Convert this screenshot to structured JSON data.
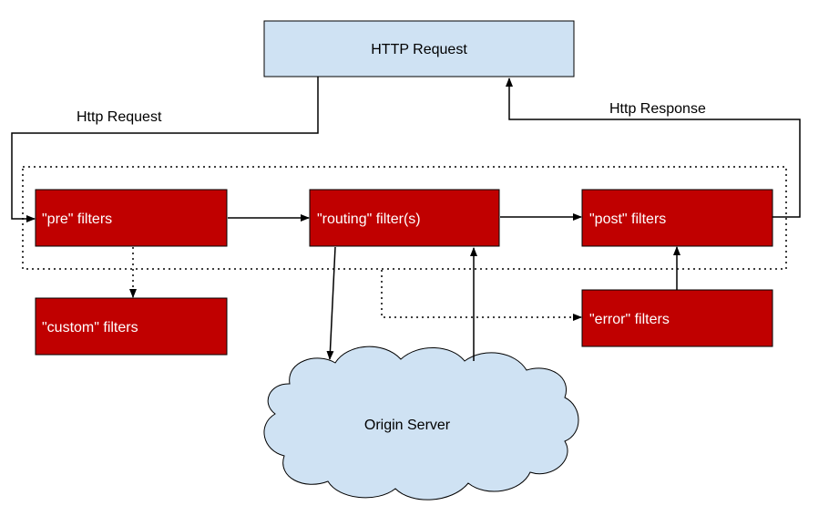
{
  "nodes": {
    "http_request": {
      "label": "HTTP Request"
    },
    "pre_filters": {
      "label": "\"pre\" filters"
    },
    "routing_filters": {
      "label": "\"routing\" filter(s)"
    },
    "post_filters": {
      "label": "\"post\" filters"
    },
    "custom_filters": {
      "label": "\"custom\" filters"
    },
    "error_filters": {
      "label": "\"error\" filters"
    },
    "origin_server": {
      "label": "Origin Server"
    }
  },
  "edges": {
    "request_label": "Http Request",
    "response_label": "Http Response"
  },
  "colors": {
    "filter_fill": "#c00000",
    "filter_text": "#ffffff",
    "request_fill": "#cfe2f3",
    "cloud_fill": "#cfe2f3",
    "line": "#000000"
  }
}
